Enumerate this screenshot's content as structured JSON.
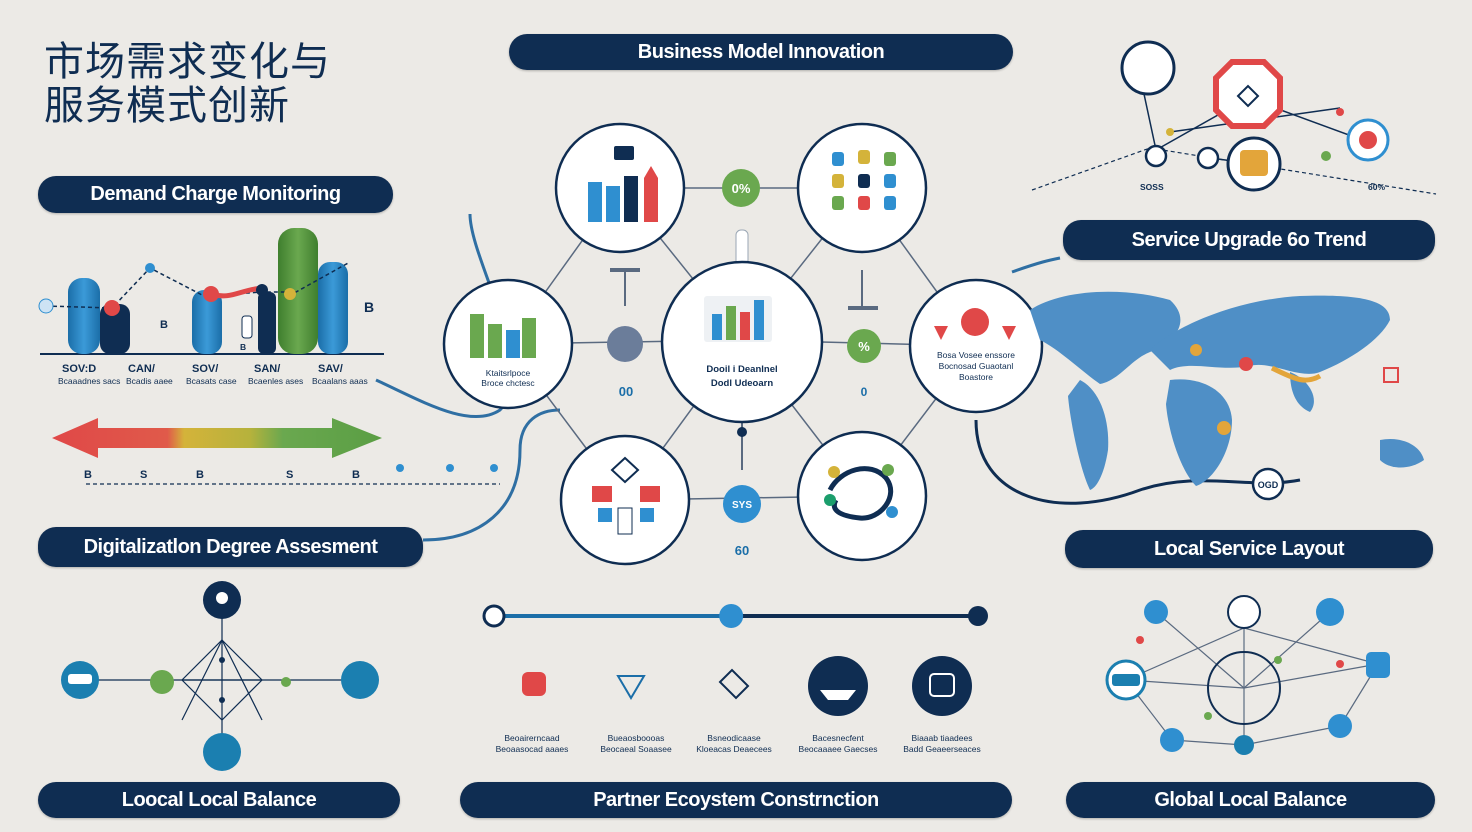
{
  "title": "市场需求变化与服务模式创新",
  "title_line1": "市场需求变化与",
  "title_line2": "服务模式创新",
  "sections": {
    "demand": "Demand Charge Monitoring",
    "business": "Business Model Innovation",
    "service_upgrade": "Service Upgrade 6o Trend",
    "digital": "Digitalizatlon Degree Assesment",
    "local_service": "Local Service Layout",
    "local_balance": "Loocal Local Balance",
    "partner": "Partner Ecoystem Constrnction",
    "global_balance": "Global Local Balance"
  },
  "demand_chart": {
    "x_labels": [
      "SOV:D",
      "CAN/",
      "SOV/",
      "SAN/",
      "SAV/"
    ],
    "sub_labels": [
      "Bcaaadnes sacs",
      "Bcadis aaee",
      "Bcasats case",
      "Bcaenles ases",
      "Bcaalans aaas"
    ],
    "side_icon": "B",
    "inner_icon": "B",
    "axis_marks": [
      "B",
      "S",
      "B",
      "S",
      "B"
    ]
  },
  "hub": {
    "line1": "Dooil i Deanlnel",
    "line2": "Dodl Udeoarn"
  },
  "satellites": {
    "top_left_badge": "0%",
    "left_label1": "Ktaitsrlpoce",
    "left_label2": "Broce chctesc",
    "right_label1": "Bosa Vosee enssore",
    "right_label2": "Bocnosad Guaotanl",
    "right_label3": "Boastore",
    "mid_left_value": "00",
    "mid_right_value": "%",
    "mid_right_small": "0",
    "bottom_value": "60",
    "bottom_badge": "SYS"
  },
  "network_top": {
    "left_label": "SOSS",
    "right_label": "60%"
  },
  "map": {
    "badge": "OGD"
  },
  "partner_slider": {
    "value_percent": 49
  },
  "partner_items": [
    {
      "line1": "Beoairerncaad",
      "line2": "Beoaasocad aaaes"
    },
    {
      "line1": "Bueaosboooas",
      "line2": "Beocaeal Soaasee"
    },
    {
      "line1": "Bsneodicaase",
      "line2": "Kloeacas Deaecees"
    },
    {
      "line1": "Bacesnecfent",
      "line2": "Beocaaaee Gaecses"
    },
    {
      "line1": "Biaaab tiaadees",
      "line2": "Badd Geaeerseaces"
    }
  ],
  "colors": {
    "navy": "#0f2d52",
    "blue": "#2f8fd0",
    "green": "#6aa84f",
    "red": "#e04848",
    "yellow": "#d4b33a",
    "teal": "#1b7fb0"
  }
}
